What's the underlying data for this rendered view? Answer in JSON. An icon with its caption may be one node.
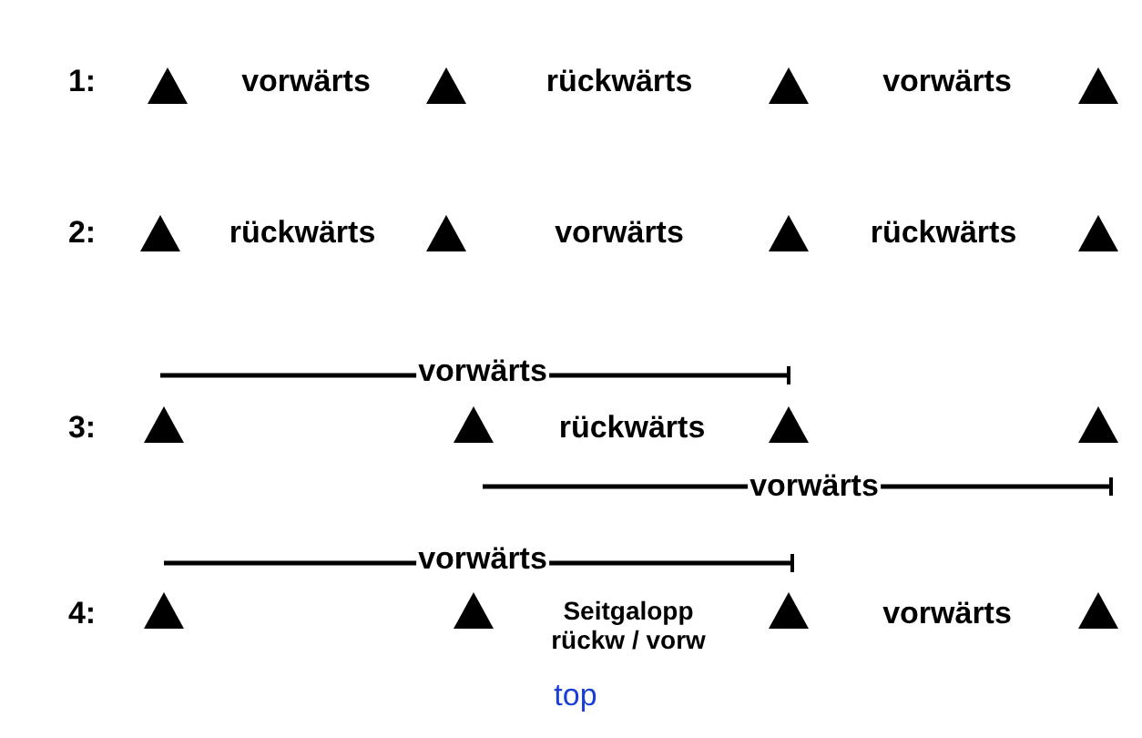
{
  "diagram": {
    "nodes": [
      {
        "text": [],
        "shape": "triangle"
      },
      {
        "text": [],
        "shape": "triangle"
      },
      {
        "text": [],
        "shape": "triangle"
      },
      {
        "text": [],
        "shape": "triangle"
      },
      {
        "text": [],
        "shape": "triangle"
      },
      {
        "text": [],
        "shape": "triangle"
      },
      {
        "text": [],
        "shape": "triangle"
      },
      {
        "text": [],
        "shape": "triangle"
      },
      {
        "text": [],
        "shape": "triangle"
      },
      {
        "text": [],
        "shape": "triangle"
      },
      {
        "text": [],
        "shape": "triangle"
      },
      {
        "text": [],
        "shape": "triangle"
      },
      {
        "text": [],
        "shape": "triangle"
      },
      {
        "text": [],
        "shape": "triangle"
      },
      {
        "text": [],
        "shape": "triangle"
      },
      {
        "text": [],
        "shape": "triangle"
      }
    ],
    "labels": [
      "1:",
      "vorwärts",
      "rückwärts",
      "vorwärts",
      "2:",
      "rückwärts",
      "vorwärts",
      "rückwärts",
      "vorwärts",
      "3:",
      "rückwärts",
      "vorwärts",
      "vorwärts",
      "4:",
      "Seitgalopp rückw / vorw",
      "vorwärts",
      "top"
    ]
  }
}
